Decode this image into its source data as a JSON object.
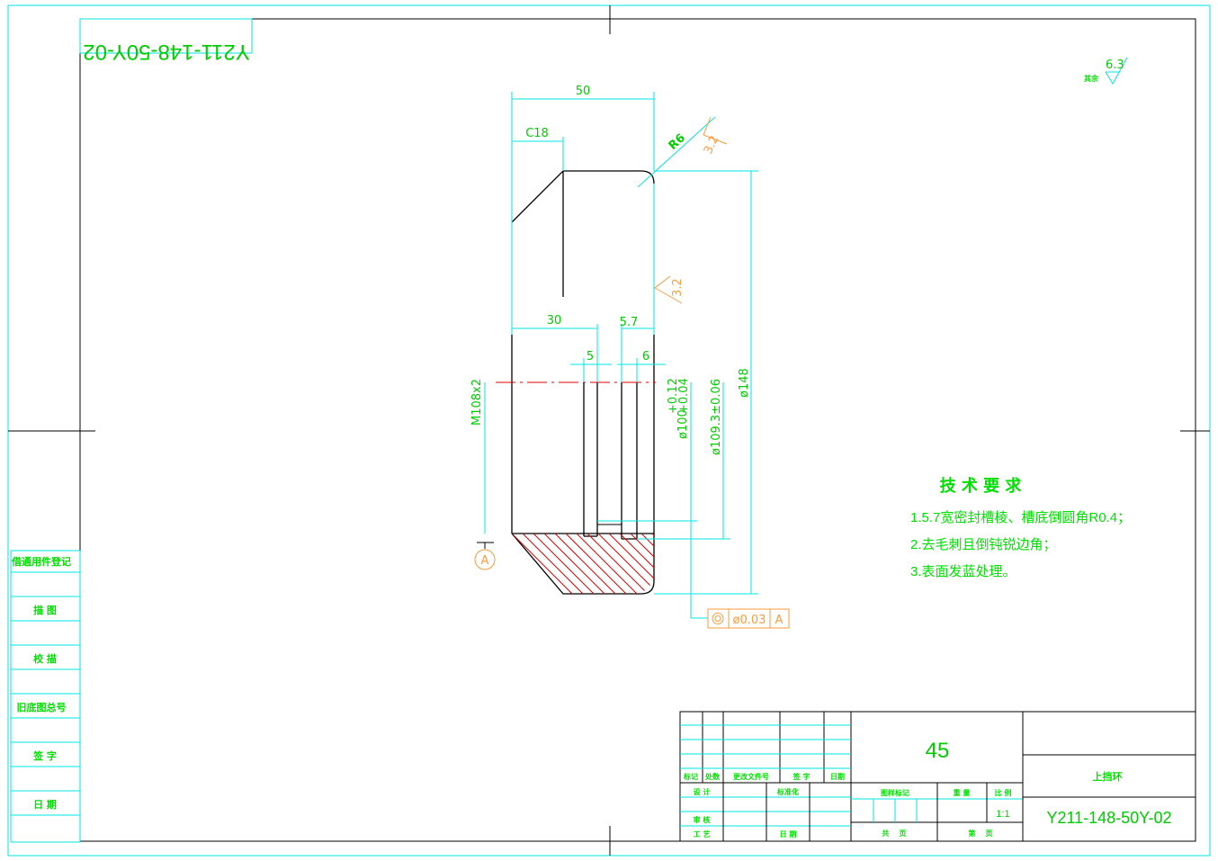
{
  "drawing_number_mirrored": "Y211-148-50Y-02",
  "side_labels": [
    "借通用件登记",
    "描  图",
    "校  描",
    "旧底图总号",
    "签  字",
    "日  期"
  ],
  "roughness": {
    "other_prefix": "其余",
    "other_value": "6.3",
    "top_value": "3.2",
    "side_value": "3.2"
  },
  "dimensions": {
    "width_total": "50",
    "chamfer": "C18",
    "radius": "R6",
    "left_width": "30",
    "groove_pitch": "5.7",
    "groove1_width": "5",
    "groove2_width": "6",
    "thread": "M108x2",
    "dia_100": "ø100",
    "dia_100_tol_upper": "+0.12",
    "dia_100_tol_lower": "+0.04",
    "dia_109": "ø109.3±0.06",
    "dia_148": "ø148"
  },
  "datum": {
    "letter": "A"
  },
  "tolerance_frame": {
    "symbol": "concentricity",
    "value": "ø0.03",
    "datum": "A"
  },
  "tech_requirements": {
    "title": "技 术 要 求",
    "items": [
      "1.5.7宽密封槽棱、槽底倒圆角R0.4；",
      "2.去毛刺且倒钝锐边角；",
      "3.表面发蓝处理。"
    ]
  },
  "title_block": {
    "material": "45",
    "part_name": "上挡环",
    "drawing_number": "Y211-148-50Y-02",
    "scale": "1:1",
    "rev_headers": [
      "标记",
      "处数",
      "更改文件号",
      "签 字",
      "日期"
    ],
    "row_design": "设 计",
    "row_standard": "标准化",
    "row_review": "审 核",
    "row_process": "工 艺",
    "row_date": "日 期",
    "stage_mark": "图样标记",
    "weight": "重 量",
    "scale_label": "比 例",
    "total_sheets": "共    页",
    "sheet_no": "第    页"
  }
}
